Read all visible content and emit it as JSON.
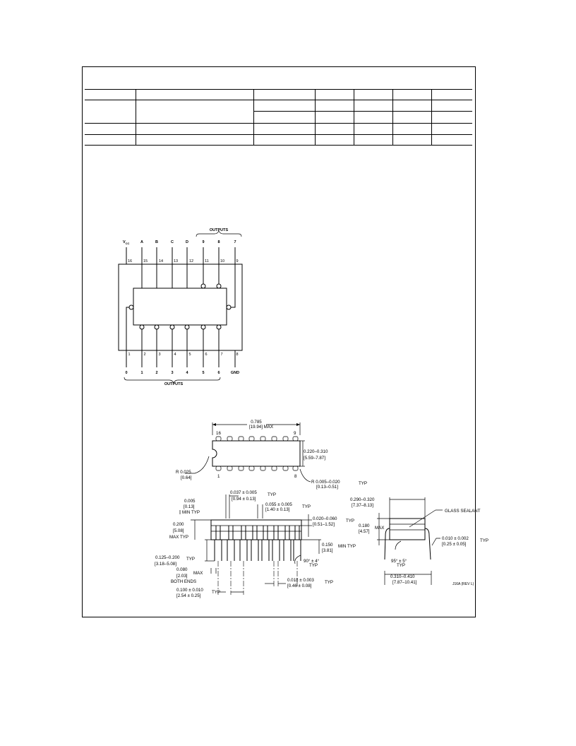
{
  "connection_diagram": {
    "top_signals": [
      "V",
      "A",
      "B",
      "C",
      "D",
      "9",
      "8",
      "7"
    ],
    "vcc_subscript": "CC",
    "top_pins": [
      "16",
      "15",
      "14",
      "13",
      "12",
      "11",
      "10",
      "9"
    ],
    "bottom_pins": [
      "1",
      "2",
      "3",
      "4",
      "5",
      "6",
      "7",
      "8"
    ],
    "bottom_signals": [
      "0",
      "1",
      "2",
      "3",
      "4",
      "5",
      "6",
      "GND"
    ],
    "outputs_label_top": "OUTPUTS",
    "outputs_label_bottom": "OUTPUTS"
  },
  "package_outline": {
    "length": "0.785",
    "length_mm": "[19.94] MAX",
    "pin_16": "16",
    "pin_9": "9",
    "pin_1": "1",
    "pin_8": "8",
    "width": "0.220–0.310",
    "width_mm": "[5.59–7.87]",
    "notch_r": "R 0.025",
    "notch_r_mm": "[0.64]",
    "corner_r": "R 0.005–0.020",
    "corner_r_typ": "TYP",
    "corner_r_mm": "[0.13–0.51]"
  },
  "side_view": {
    "lead_width": "0.037 ± 0.005",
    "lead_width_typ": "TYP",
    "lead_width_mm": "[0.94 ± 0.13]",
    "shoulder_width": "0.055 ± 0.005",
    "shoulder_width_typ": "TYP",
    "shoulder_width_mm": "[1.40 ± 0.13]",
    "end_gap": "0.005",
    "end_gap_mm": "[0.13]",
    "end_gap_note": "MIN TYP",
    "body_height": "0.200",
    "body_height_mm": "[5.08]",
    "body_height_note": "MAX TYP",
    "seal_thickness": "0.020–0.060",
    "seal_thickness_typ": "TYP",
    "seal_thickness_mm": "[0.51–1.52]",
    "seating": "0.150",
    "seating_note": "MIN TYP",
    "seating_mm": "[3.81]",
    "lead_length": "0.125–0.200",
    "lead_length_typ": "TYP",
    "lead_length_mm": "[3.18–5.08]",
    "angle": "90° ± 4°",
    "angle_typ": "TYP",
    "end_length": "0.080",
    "end_length_mm": "[2.03]",
    "end_length_max": "MAX",
    "end_length_note": "BOTH ENDS",
    "lead_dia": "0.018 ± 0.003",
    "lead_dia_typ": "TYP",
    "lead_dia_mm": "[0.46 ± 0.08]",
    "pitch": "0.100 ± 0.010",
    "pitch_typ": "TYP",
    "pitch_mm": "[2.54 ± 0.25]"
  },
  "end_view": {
    "width": "0.290–0.320",
    "width_mm": "[7.37–8.13]",
    "sealant": "GLASS SEALANT",
    "height": "0.180",
    "height_max": "MAX",
    "height_mm": "[4.57]",
    "lead_thk": "0.010 ± 0.002",
    "lead_thk_typ": "TYP",
    "lead_thk_mm": "[0.25 ± 0.05]",
    "angle": "95° ± 5°",
    "angle_typ": "TYP",
    "span": "0.310–0.410",
    "span_mm": "[7.87–10.41]",
    "drawing_id": "J16A (REV L)"
  }
}
